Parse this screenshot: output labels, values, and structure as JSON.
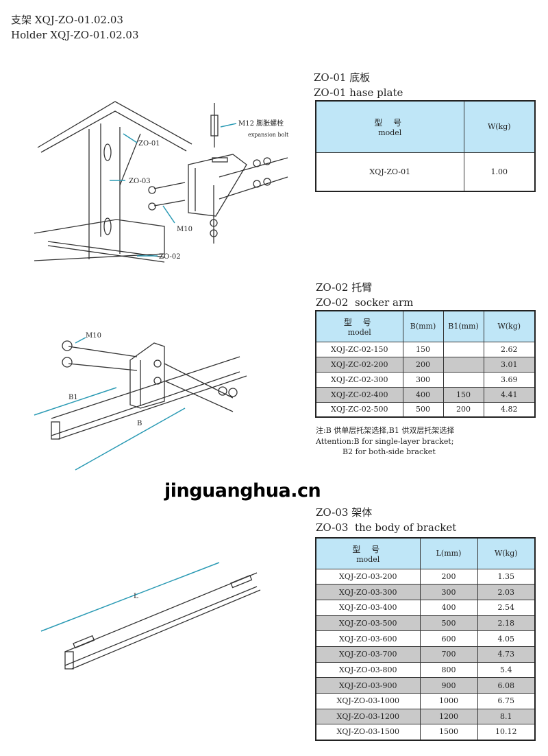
{
  "page": {
    "title_zh": "支架 XQJ-ZO-01.02.03",
    "title_en": "Holder XQJ-ZO-01.02.03"
  },
  "watermark": "jinguanghua.cn",
  "diagram1": {
    "labels": [
      "ZO-01",
      "ZO-03",
      "ZO-02",
      "M12 膨胀螺栓",
      "expansion bolt",
      "M10"
    ]
  },
  "diagram2": {
    "labels": [
      "M10",
      "B1",
      "B"
    ]
  },
  "diagram3": {
    "labels": [
      "L"
    ]
  },
  "section1": {
    "heading_zh": "ZO-01 底板",
    "heading_en": "ZO-01 hase plate",
    "header": {
      "model_zh": "型 号",
      "model_en": "model",
      "w": "W(kg)"
    },
    "rows": [
      [
        "XQJ-ZO-01",
        "1.00"
      ]
    ]
  },
  "section2": {
    "heading_zh": "ZO-02 托臂",
    "heading_en": "ZO-02  socker arm",
    "header": {
      "model_zh": "型 号",
      "model_en": "model",
      "b": "B(mm)",
      "b1": "B1(mm)",
      "w": "W(kg)"
    },
    "rows": [
      [
        "XQJ-ZC-02-150",
        "150",
        "",
        "2.62"
      ],
      [
        "XQJ-ZC-02-200",
        "200",
        "",
        "3.01"
      ],
      [
        "XQJ-ZC-02-300",
        "300",
        "",
        "3.69"
      ],
      [
        "XQJ-ZC-02-400",
        "400",
        "150",
        "4.41"
      ],
      [
        "XQJ-ZC-02-500",
        "500",
        "200",
        "4.82"
      ]
    ],
    "note_zh": "注:B 供单层托架选择,B1 供双层托架选择",
    "note_en1": "Attention:B for single-layer bracket;",
    "note_en2": "B2 for both-side bracket"
  },
  "section3": {
    "heading_zh": "ZO-03 架体",
    "heading_en": "ZO-03  the body of bracket",
    "header": {
      "model_zh": "型 号",
      "model_en": "model",
      "l": "L(mm)",
      "w": "W(kg)"
    },
    "rows": [
      [
        "XQJ-ZO-03-200",
        "200",
        "1.35"
      ],
      [
        "XQJ-ZO-03-300",
        "300",
        "2.03"
      ],
      [
        "XQJ-ZO-03-400",
        "400",
        "2.54"
      ],
      [
        "XQJ-ZO-03-500",
        "500",
        "2.18"
      ],
      [
        "XQJ-ZO-03-600",
        "600",
        "4.05"
      ],
      [
        "XQJ-ZO-03-700",
        "700",
        "4.73"
      ],
      [
        "XQJ-ZO-03-800",
        "800",
        "5.4"
      ],
      [
        "XQJ-ZO-03-900",
        "900",
        "6.08"
      ],
      [
        "XQJ-ZO-03-1000",
        "1000",
        "6.75"
      ],
      [
        "XQJ-ZO-03-1200",
        "1200",
        "8.1"
      ],
      [
        "XQJ-ZO-03-1500",
        "1500",
        "10.12"
      ]
    ]
  }
}
